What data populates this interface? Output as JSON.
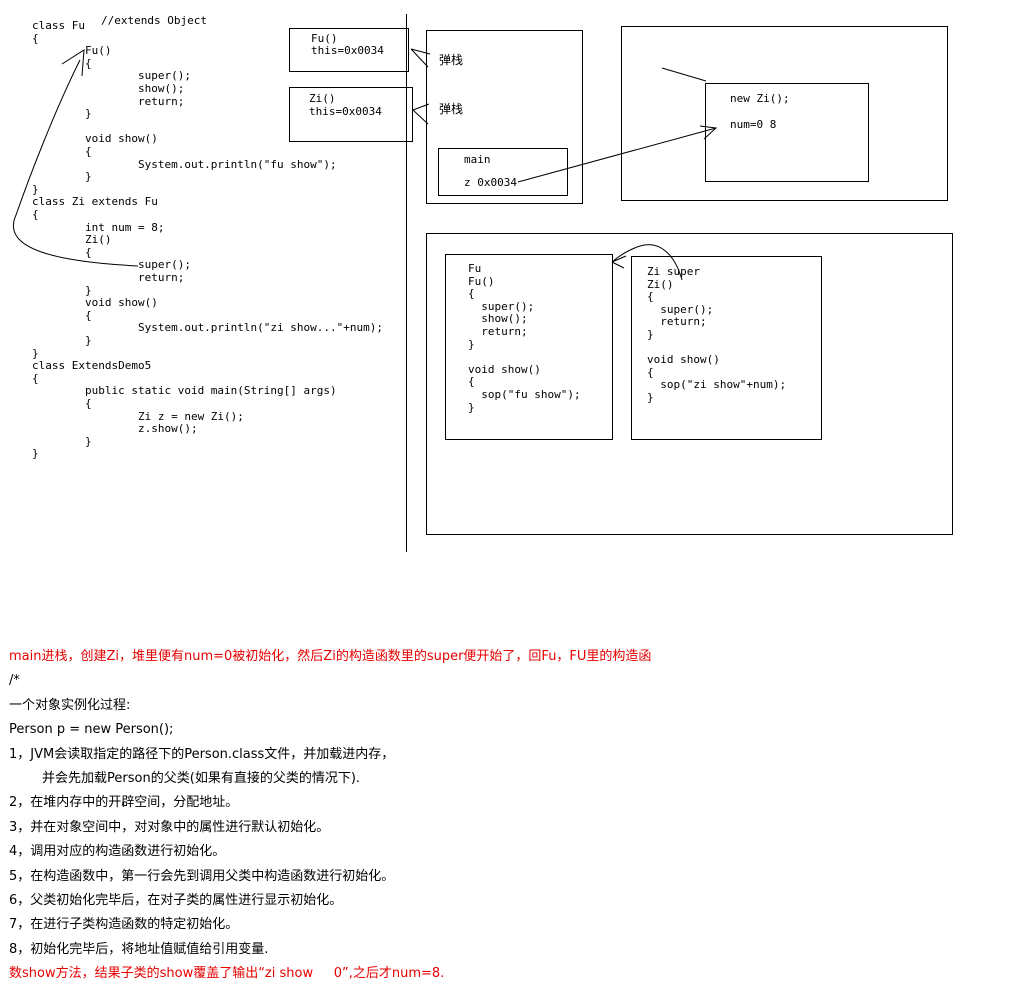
{
  "code": {
    "lines": [
      "class Fu",
      "{",
      "        Fu()",
      "        {",
      "                super();",
      "                show();",
      "                return;",
      "        }",
      "",
      "        void show()",
      "        {",
      "                System.out.println(\"fu show\");",
      "        }",
      "}",
      "class Zi extends Fu",
      "{",
      "        int num = 8;",
      "        Zi()",
      "        {",
      "                super();",
      "                return;",
      "        }",
      "        void show()",
      "        {",
      "                System.out.println(\"zi show...\"+num);",
      "        }",
      "}",
      "class ExtendsDemo5",
      "{",
      "        public static void main(String[] args)",
      "        {",
      "                Zi z = new Zi();",
      "                z.show();",
      "        }",
      "}"
    ],
    "comment": "//extends Object"
  },
  "stack": {
    "fu_frame": [
      "Fu()",
      "this=0x0034"
    ],
    "zi_frame": [
      "Zi()",
      "this=0x0034"
    ],
    "pop_label_1": "弹栈",
    "pop_label_2": "弹栈",
    "main_frame": [
      "main",
      "z 0x0034"
    ]
  },
  "heap": {
    "object_lines": [
      "new Zi();",
      "num=0 8"
    ]
  },
  "method_area": {
    "fu_lines": [
      "Fu",
      "Fu()",
      "{",
      "  super();",
      "  show();",
      "  return;",
      "}",
      "",
      "void show()",
      "{",
      "  sop(\"fu show\");",
      "}"
    ],
    "zi_lines": [
      "Zi super",
      "Zi()",
      "{",
      "  super();",
      "  return;",
      "}",
      "",
      "void show()",
      "{",
      "  sop(\"zi show\"+num);",
      "}"
    ]
  },
  "notes": [
    {
      "text": "main进栈，创建Zi，堆里便有num=0被初始化，然后Zi的构造函数里的super便开始了，回Fu，FU里的构造函",
      "red": true
    },
    {
      "text": "/*",
      "red": false
    },
    {
      "text": "一个对象实例化过程:",
      "red": false
    },
    {
      "text": "Person p = new Person();",
      "red": false
    },
    {
      "text": "1，JVM会读取指定的路径下的Person.class文件，并加载进内存，",
      "red": false
    },
    {
      "text": "        并会先加载Person的父类(如果有直接的父类的情况下).",
      "red": false
    },
    {
      "text": "2，在堆内存中的开辟空间，分配地址。",
      "red": false
    },
    {
      "text": "3，并在对象空间中，对对象中的属性进行默认初始化。",
      "red": false
    },
    {
      "text": "4，调用对应的构造函数进行初始化。",
      "red": false
    },
    {
      "text": "5，在构造函数中，第一行会先到调用父类中构造函数进行初始化。",
      "red": false
    },
    {
      "text": "6，父类初始化完毕后，在对子类的属性进行显示初始化。",
      "red": false
    },
    {
      "text": "7，在进行子类构造函数的特定初始化。",
      "red": false
    },
    {
      "text": "8，初始化完毕后，将地址值赋值给引用变量.",
      "red": false
    },
    {
      "text": "数show方法，结果子类的show覆盖了输出“zi show     0”,之后才num=8.",
      "red": true
    }
  ]
}
